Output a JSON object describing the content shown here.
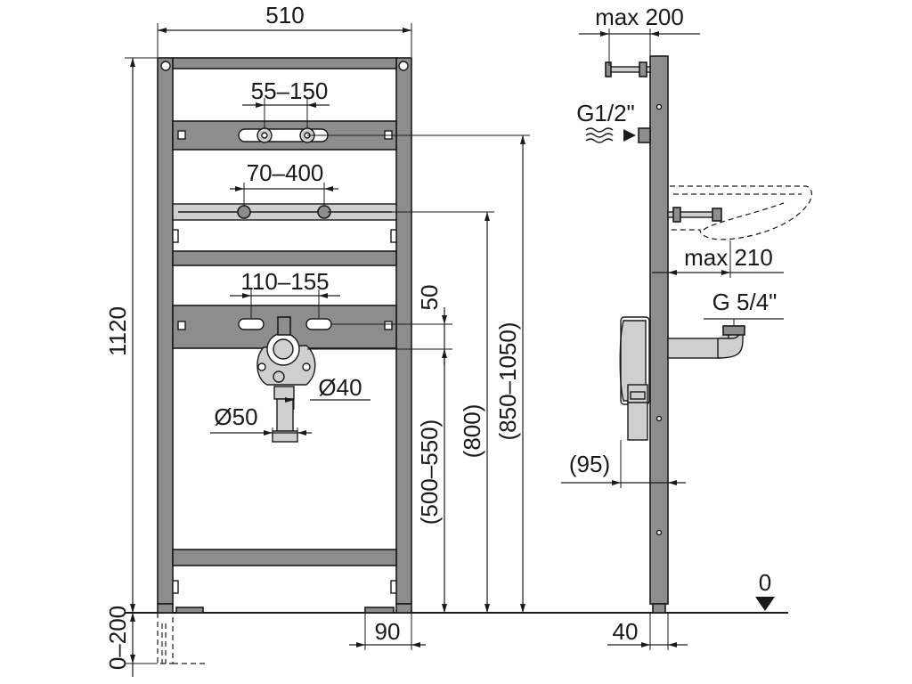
{
  "drawing": {
    "front_view": {
      "width": "510",
      "height": "1120",
      "adjust_range": "0–200",
      "tap_spacing": "55–150",
      "connector_spacing": "70–400",
      "slot_spacing": "110–155",
      "offset_50": "50",
      "dim_500_550": "(500–550)",
      "dim_800": "(800)",
      "dim_850_1050": "(850–1050)",
      "diameter_40": "Ø40",
      "diameter_50": "Ø50",
      "foot_90": "90"
    },
    "side_view": {
      "max_200": "max 200",
      "g12": "G1/2\"",
      "max_210": "max 210",
      "g54": "G 5/4\"",
      "depth_95": "(95)",
      "depth_40": "40",
      "zero": "0"
    }
  }
}
